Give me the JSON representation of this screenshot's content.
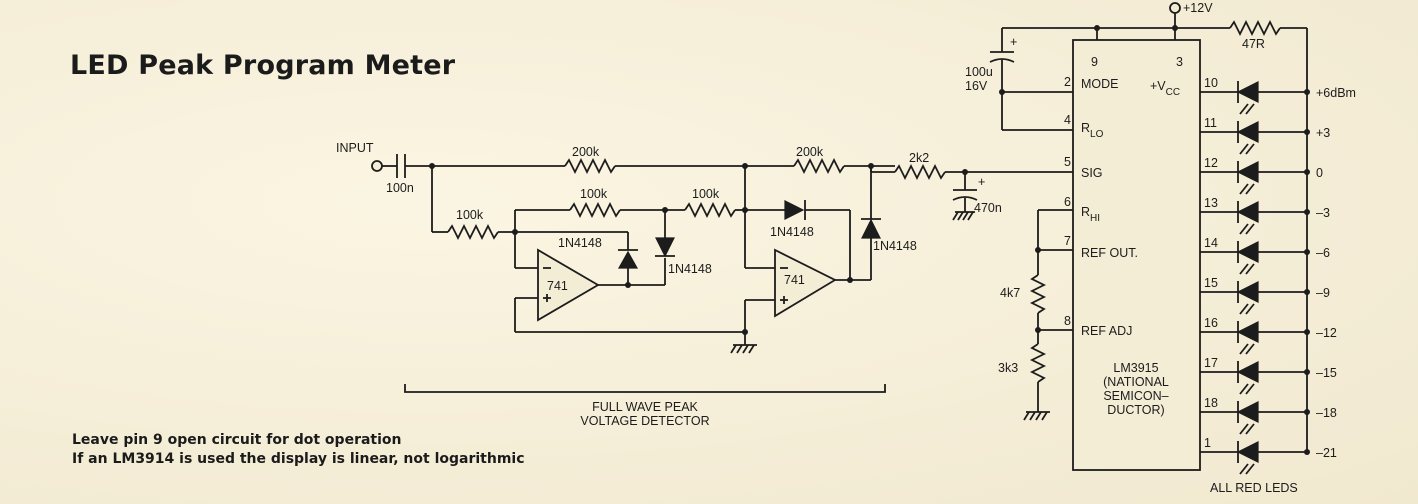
{
  "title": "LED Peak Program Meter",
  "notes": [
    "Leave pin 9 open circuit for dot operation",
    "If an LM3914 is used the display is linear, not logarithmic"
  ],
  "labels": {
    "input": "INPUT",
    "c_in": "100n",
    "r_200k_a": "200k",
    "r_200k_b": "200k",
    "r_100k_in": "100k",
    "r_100k_fb": "100k",
    "r_100k_mid": "100k",
    "r_2k2": "2k2",
    "c_470n": "470n",
    "c_100u": "100u",
    "c_16v": "16V",
    "supply": "+12V",
    "r_47r": "47R",
    "r_4k7": "4k7",
    "r_3k3": "3k3",
    "d1": "1N4148",
    "d2": "1N4148",
    "d3": "1N4148",
    "d4": "1N4148",
    "opamp1": "741",
    "opamp2": "741",
    "detector_line1": "FULL WAVE PEAK",
    "detector_line2": "VOLTAGE DETECTOR",
    "all_red_leds": "ALL RED LEDS"
  },
  "ic": {
    "name_lines": [
      "LM3915",
      "(NATIONAL",
      "SEMICON–",
      "DUCTOR)"
    ],
    "mode": "MODE",
    "vcc_prefix": "+V",
    "vcc_sub": "CC",
    "rlo_prefix": "R",
    "rlo_sub": "LO",
    "sig": "SIG",
    "rhi_prefix": "R",
    "rhi_sub": "HI",
    "ref_out": "REF OUT.",
    "ref_adj": "REF ADJ",
    "pin_9": "9",
    "pin_3": "3",
    "pin_2": "2",
    "pin_4": "4",
    "pin_5": "5",
    "pin_6": "6",
    "pin_7": "7",
    "pin_8": "8"
  },
  "outputs": [
    {
      "pin": "10",
      "level": "+6dBm"
    },
    {
      "pin": "11",
      "level": "+3"
    },
    {
      "pin": "12",
      "level": "0"
    },
    {
      "pin": "13",
      "level": "–3"
    },
    {
      "pin": "14",
      "level": "–6"
    },
    {
      "pin": "15",
      "level": "–9"
    },
    {
      "pin": "16",
      "level": "–12"
    },
    {
      "pin": "17",
      "level": "–15"
    },
    {
      "pin": "18",
      "level": "–18"
    },
    {
      "pin": "1",
      "level": "–21"
    }
  ]
}
